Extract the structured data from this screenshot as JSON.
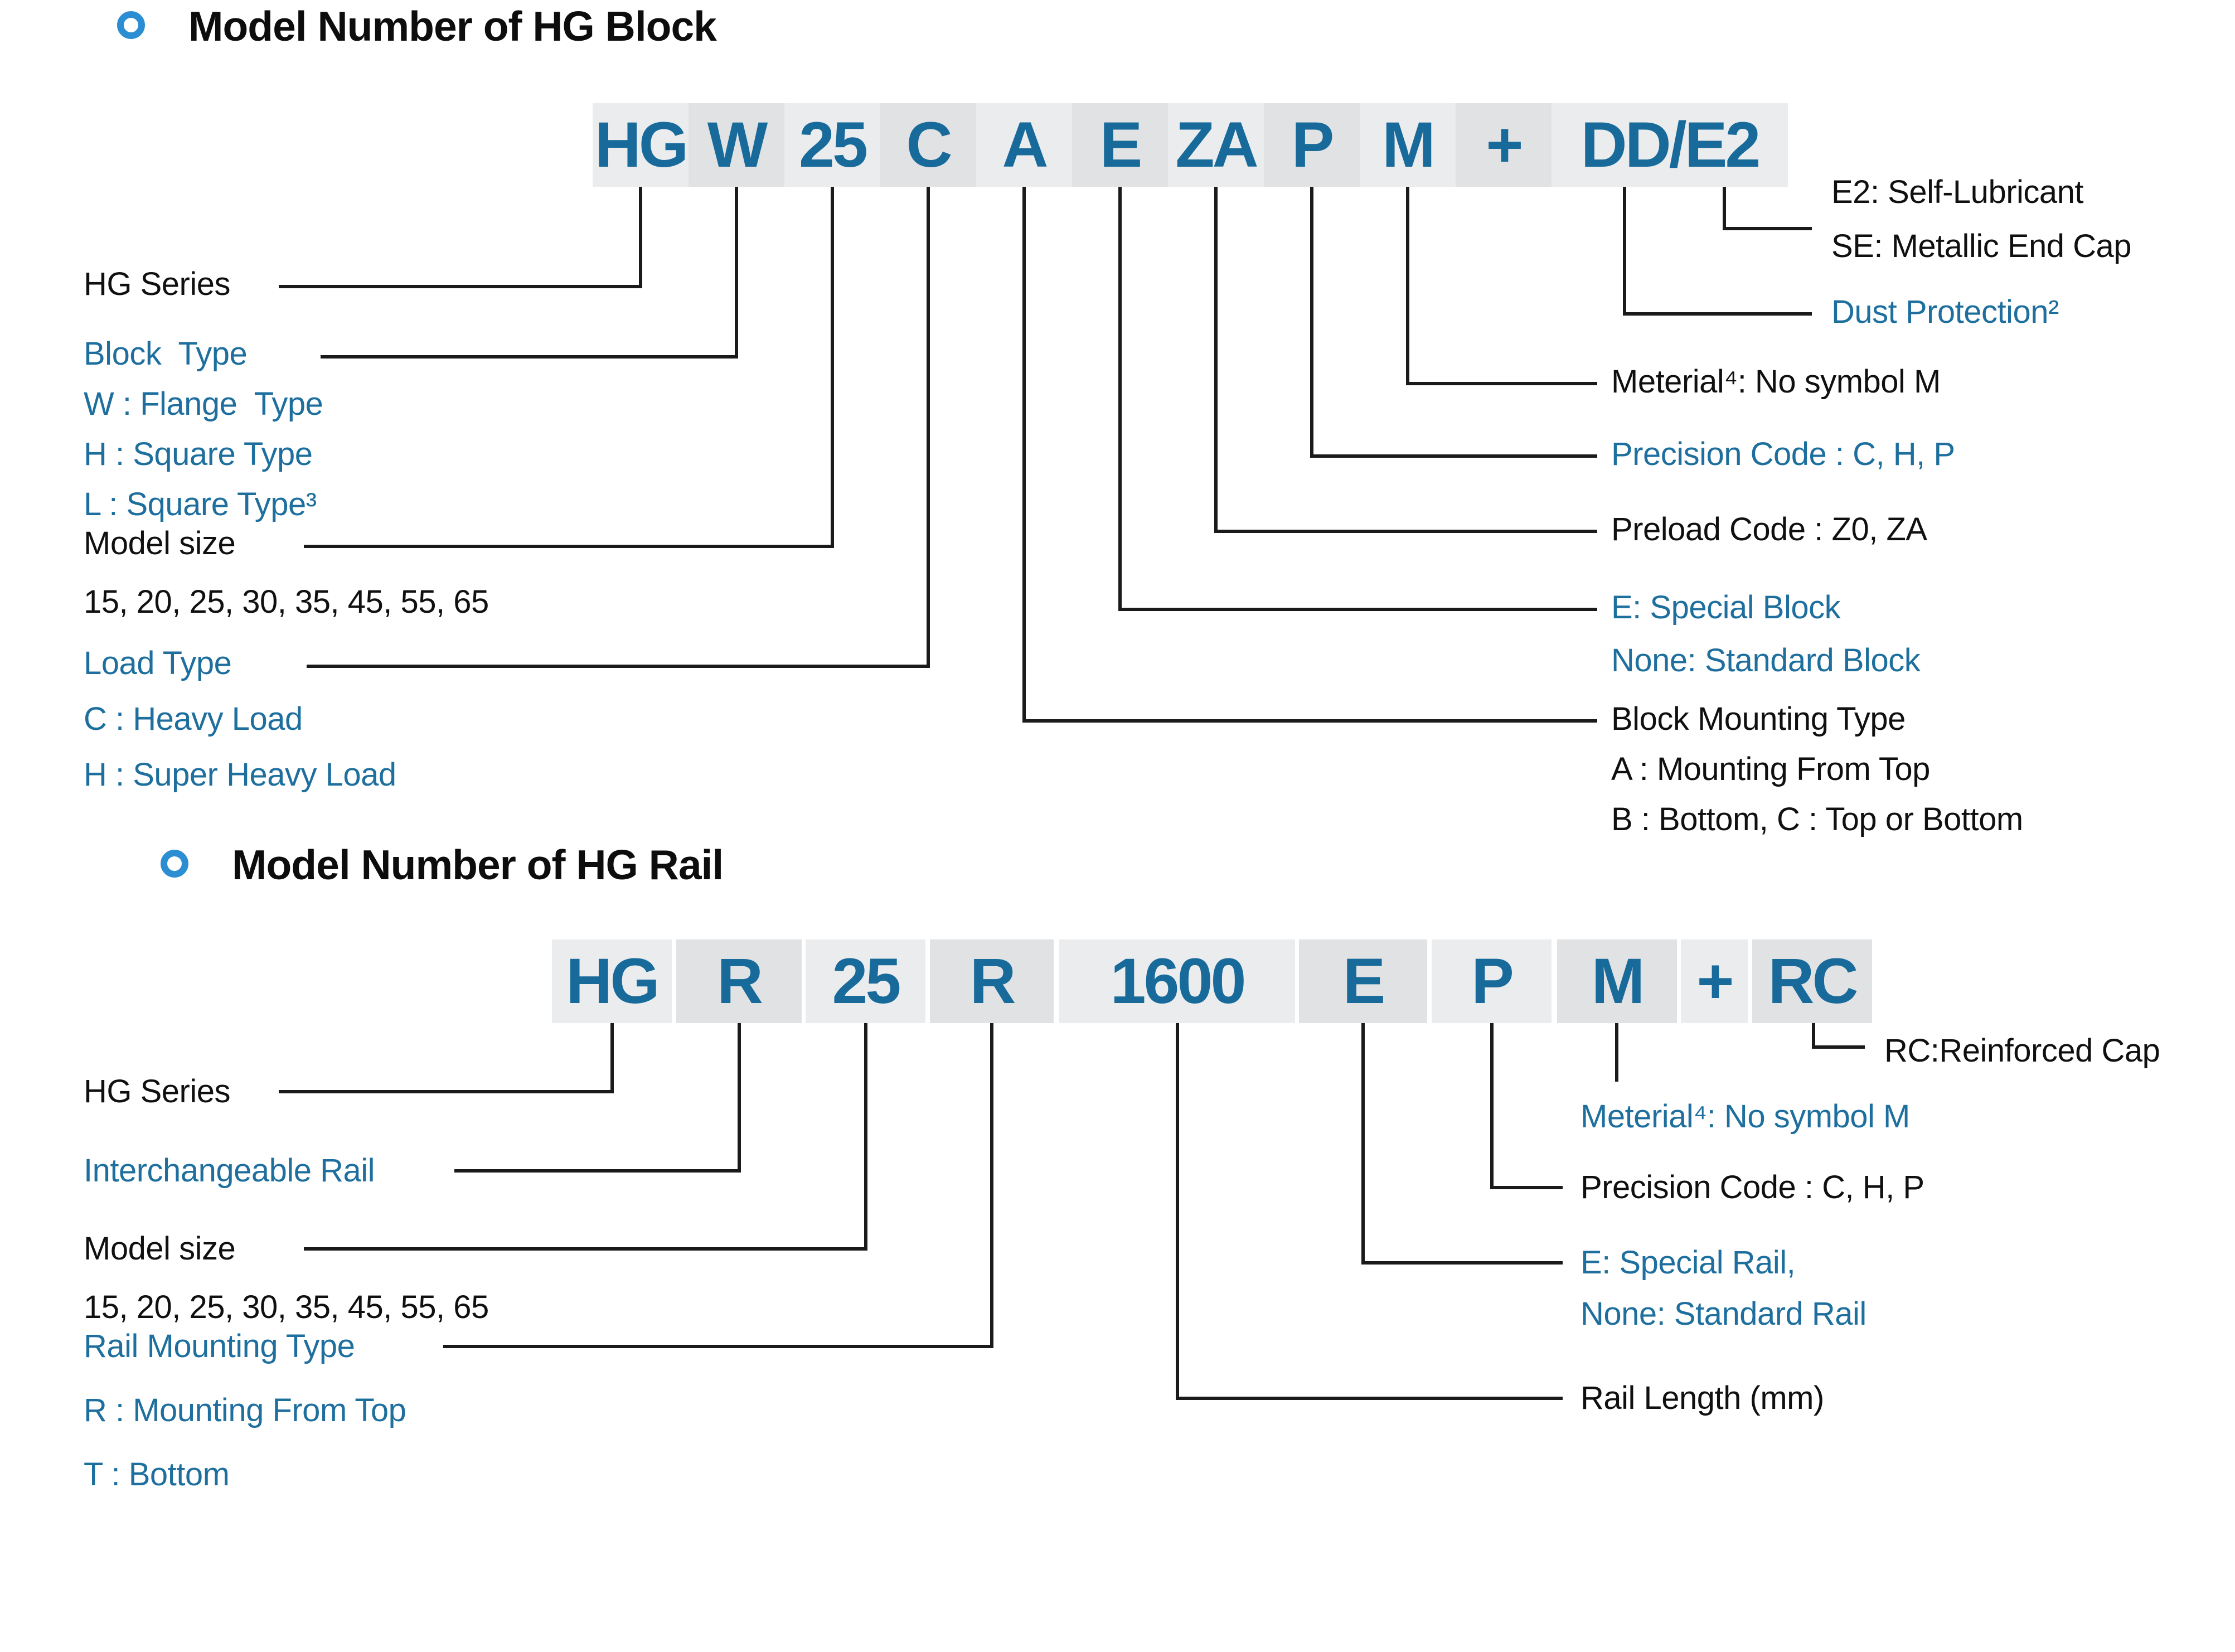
{
  "colors": {
    "accent_blue": "#1e6f9e",
    "code_blue": "#176a9a",
    "bullet_blue": "#2b8ed3",
    "box_light": "#ebeced",
    "box_dark": "#e0e2e3",
    "text_black": "#101010",
    "line_black": "#1a1a1a"
  },
  "section_block": {
    "title": "Model Number of HG Block",
    "codes": [
      "HG",
      "W",
      "25",
      "C",
      "A",
      "E",
      "ZA",
      "P",
      "M",
      "+",
      "DD/E2"
    ],
    "left_labels": [
      "HG Series",
      "Block  Type",
      "W : Flange  Type",
      "H : Square Type",
      "L : Square Type³",
      "Model size",
      "15, 20, 25, 30, 35, 45, 55, 65",
      "Load Type",
      "C : Heavy Load",
      "H : Super Heavy Load"
    ],
    "right_labels": [
      "E2: Self-Lubricant",
      "SE: Metallic End Cap",
      "Dust Protection²",
      "Meterial⁴: No symbol M",
      "Precision Code : C, H, P",
      "Preload Code : Z0, ZA",
      "E: Special Block",
      "None: Standard Block",
      "Block Mounting Type",
      "A : Mounting From Top",
      "B : Bottom, C : Top or Bottom"
    ]
  },
  "section_rail": {
    "title": "Model Number of HG Rail",
    "codes": [
      "HG",
      "R",
      "25",
      "R",
      "1600",
      "E",
      "P",
      "M",
      "+",
      "RC"
    ],
    "left_labels": [
      "HG Series",
      "Interchangeable Rail",
      "Model size",
      "15, 20, 25, 30, 35, 45, 55, 65",
      "Rail Mounting Type",
      "R : Mounting From Top",
      "T : Bottom"
    ],
    "right_labels": [
      "RC:Reinforced Cap",
      "Meterial⁴: No symbol M",
      "Precision Code : C, H, P",
      "E: Special Rail,",
      "None: Standard Rail",
      "Rail Length (mm)"
    ]
  }
}
